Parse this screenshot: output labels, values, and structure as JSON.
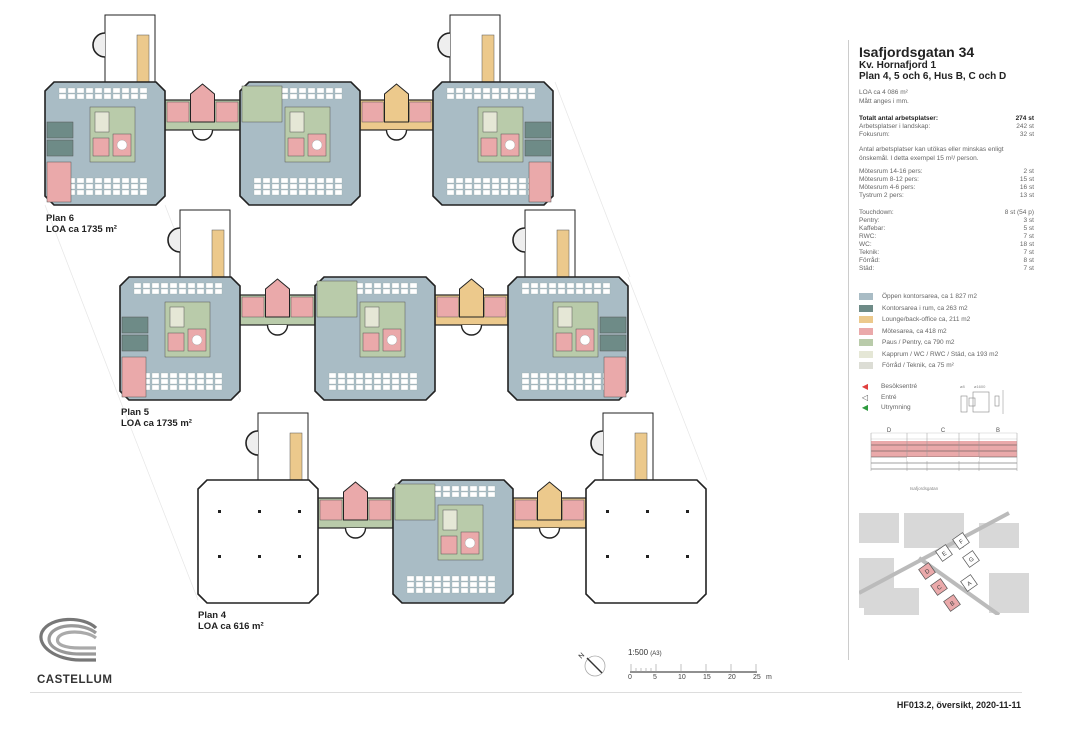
{
  "header": {
    "title": "Isafjordsgatan 34",
    "subtitle1": "Kv. Hornafjord 1",
    "subtitle2": "Plan 4, 5 och 6, Hus B, C och D",
    "loa": "LOA ca 4 086 m²",
    "note_units": "Mått anges i mm."
  },
  "workplaces": {
    "total": {
      "label": "Totalt antal arbetsplatser:",
      "value": "274 st"
    },
    "items": [
      {
        "label": "Arbetsplatser i landskap:",
        "value": "242 st"
      },
      {
        "label": "Fokusrum:",
        "value": "32 st"
      }
    ],
    "note": "Antal arbetsplatser kan utökas eller minskas enligt önskemål. I detta exempel 15 m²/ person."
  },
  "rooms": [
    {
      "label": "Mötesrum 14-16 pers:",
      "value": "2 st"
    },
    {
      "label": "Mötesrum 8-12 pers:",
      "value": "15 st"
    },
    {
      "label": "Mötesrum 4-6 pers:",
      "value": "16 st"
    },
    {
      "label": "Tystrum 2 pers:",
      "value": "13 st"
    }
  ],
  "facilities": [
    {
      "label": "Touchdown:",
      "value": "8 st (54 p)"
    },
    {
      "label": "Pentry:",
      "value": "3 st"
    },
    {
      "label": "Kaffebar:",
      "value": "5 st"
    },
    {
      "label": "RWC:",
      "value": "7 st"
    },
    {
      "label": "WC:",
      "value": "18 st"
    },
    {
      "label": "Teknik:",
      "value": "7 st"
    },
    {
      "label": "Förråd:",
      "value": "8 st"
    },
    {
      "label": "Städ:",
      "value": "7 st"
    }
  ],
  "legend": [
    {
      "label": "Öppen kontorsarea, ca 1 827 m2",
      "color": "#a9bcc5"
    },
    {
      "label": "Kontorsarea i rum, ca 263 m2",
      "color": "#6e8b87"
    },
    {
      "label": "Lounge/back-office ca, 211 m2",
      "color": "#ecc98c"
    },
    {
      "label": "Mötesarea, ca 418 m2",
      "color": "#eaa9aa"
    },
    {
      "label": "Paus / Pentry, ca 790 m2",
      "color": "#b9cbaa"
    },
    {
      "label": "Kapprum / WC / RWC / Städ, ca 193 m2",
      "color": "#e5e7d6"
    },
    {
      "label": "Förråd / Teknik, ca 75 m²",
      "color": "#dcddd5"
    }
  ],
  "symbols": [
    {
      "label": "Besöksentré",
      "icon": "red-triangle",
      "color": "#e0403f"
    },
    {
      "label": "Entré",
      "icon": "outline-triangle",
      "color": "#555555"
    },
    {
      "label": "Utrymning",
      "icon": "green-triangle",
      "color": "#2e9a3e"
    }
  ],
  "section": {
    "houses": [
      "D",
      "C",
      "B"
    ],
    "street": "Isafjordsgatan"
  },
  "site_map": {
    "buildings": [
      "D",
      "C",
      "B",
      "E",
      "F",
      "G",
      "A"
    ],
    "highlight_color": "#eaa9aa"
  },
  "plans": [
    {
      "name": "Plan 6",
      "area": "LOA ca 1735 m²"
    },
    {
      "name": "Plan 5",
      "area": "LOA ca 1735 m²"
    },
    {
      "name": "Plan 4",
      "area": "LOA ca 616 m²"
    }
  ],
  "scale": {
    "ratio": "1:500",
    "paper": "(A3)",
    "ticks": [
      "0",
      "5",
      "10",
      "15",
      "20",
      "25"
    ],
    "unit": "m",
    "north": "N"
  },
  "brand": {
    "name": "CASTELLUM"
  },
  "footer": {
    "text": "HF013.2, översikt, 2020-11-11"
  }
}
